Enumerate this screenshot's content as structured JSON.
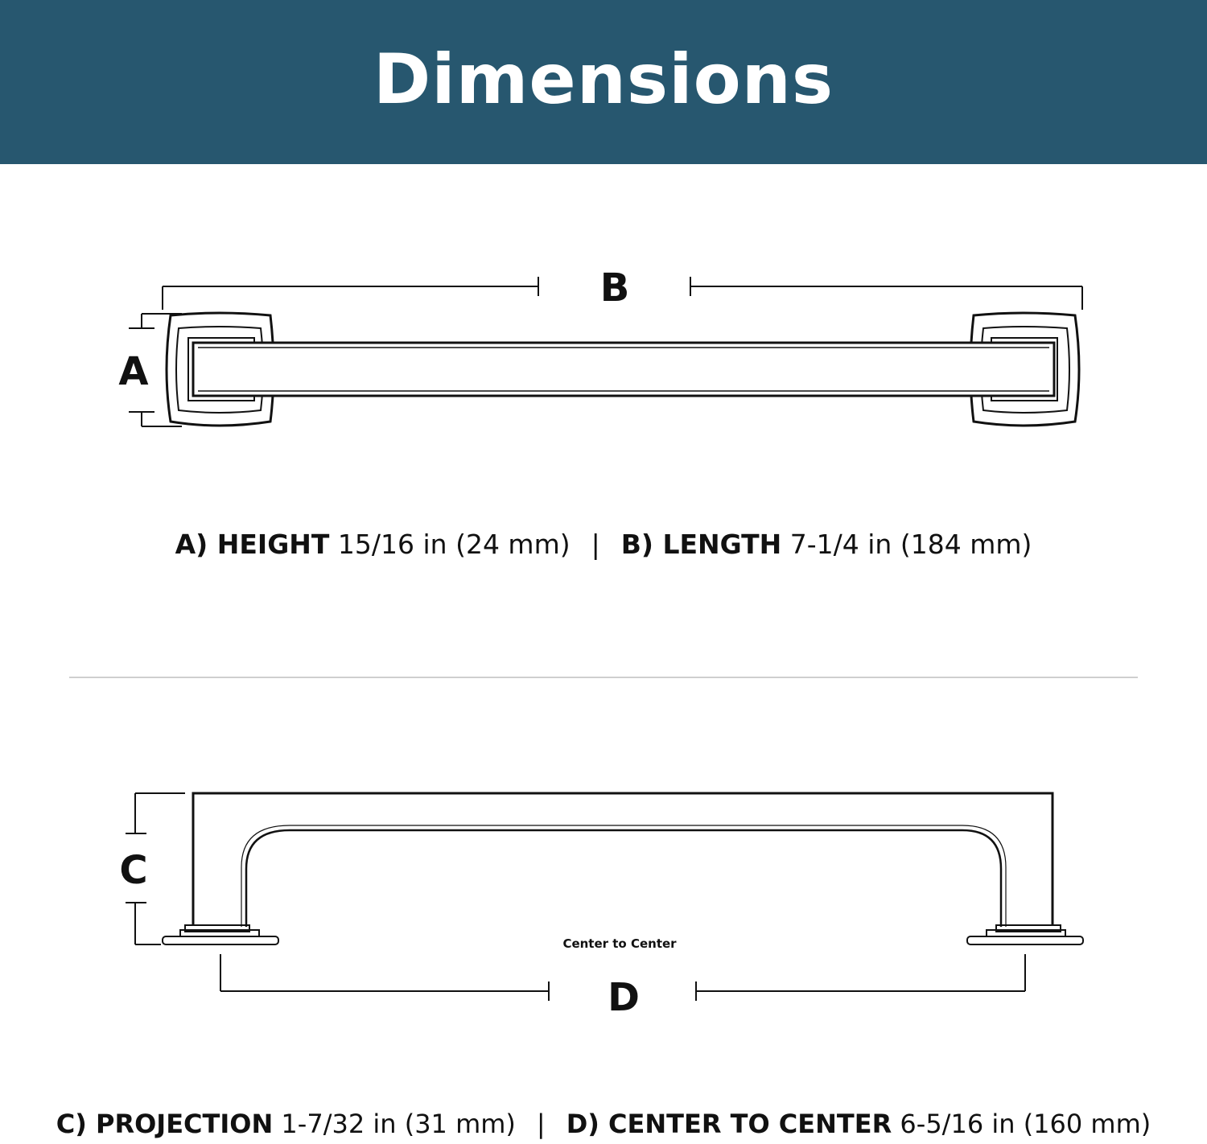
{
  "header": {
    "title": "Dimensions"
  },
  "top_view": {
    "label_a": "A",
    "label_b": "B"
  },
  "side_view": {
    "label_c": "C",
    "label_d": "D",
    "center_label": "Center to Center"
  },
  "caption_1": {
    "a_key": "A) HEIGHT",
    "a_value": "15/16 in (24 mm)",
    "separator": "|",
    "b_key": "B) LENGTH",
    "b_value": "7-1/4 in (184 mm)"
  },
  "caption_2": {
    "c_key": "C) PROJECTION",
    "c_value": "1-7/32 in (31 mm)",
    "separator": "|",
    "d_key": "D) CENTER TO CENTER",
    "d_value": "6-5/16 in (160 mm)"
  },
  "colors": {
    "header_bg": "#27576f",
    "line": "#111111",
    "divider": "#cfcfcf"
  }
}
